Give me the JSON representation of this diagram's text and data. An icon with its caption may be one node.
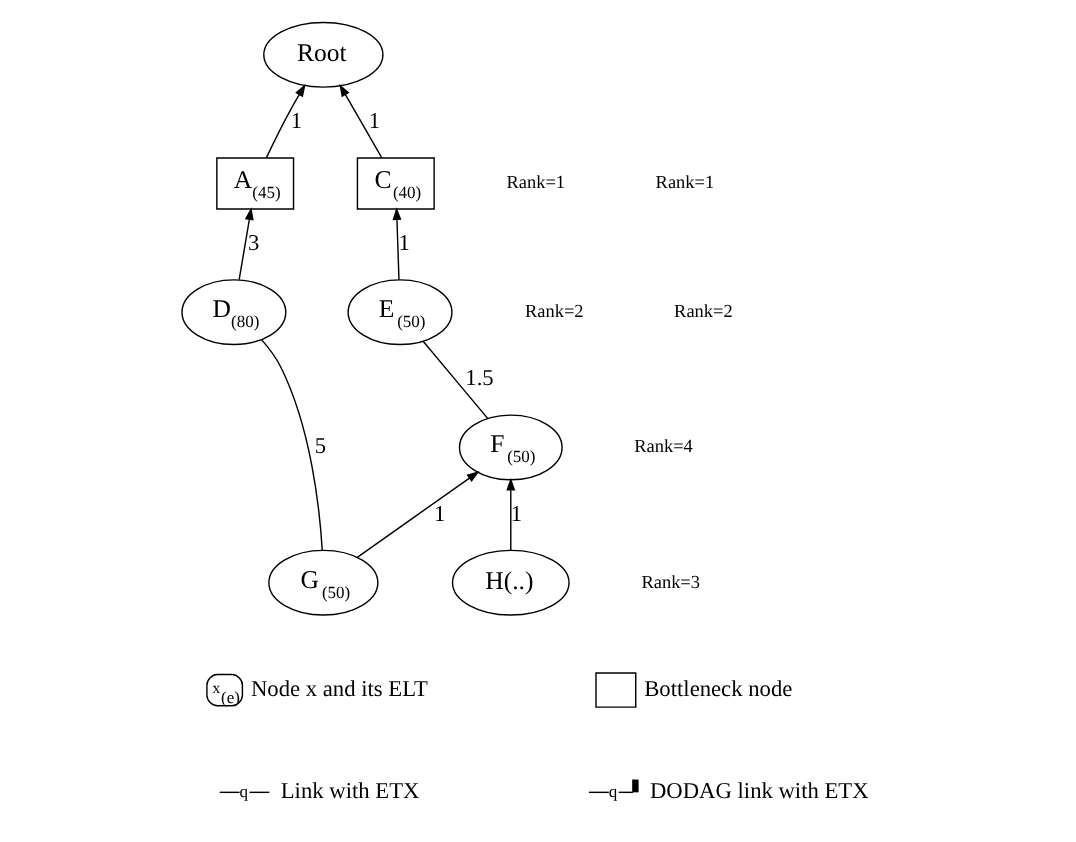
{
  "diagram": {
    "nodes": [
      {
        "text": [
          "Root"
        ]
      },
      {
        "text": [
          "A$_{(45)}$"
        ]
      },
      {
        "text": [
          "C$_{(40)}$"
        ]
      },
      {
        "text": [
          "D$_{(80)}$"
        ]
      },
      {
        "text": [
          "E$_{(50)}$"
        ]
      },
      {
        "text": [
          "F$_{(50)}$"
        ]
      },
      {
        "text": [
          "G$_{(50)}$"
        ]
      },
      {
        "text": [
          "H(..)"
        ]
      }
    ],
    "edges": [
      {
        "from": 1,
        "to": 0,
        "arrow": "to",
        "label": "1"
      },
      {
        "from": 2,
        "to": 0,
        "arrow": "to",
        "label": "1"
      },
      {
        "from": 3,
        "to": 1,
        "arrow": "to",
        "label": "3"
      },
      {
        "from": 4,
        "to": 2,
        "arrow": "to",
        "label": "1"
      },
      {
        "from": 5,
        "to": 4,
        "arrow": "none",
        "label": "1.5"
      },
      {
        "from": 3,
        "to": 6,
        "arrow": "none",
        "label": "5"
      },
      {
        "from": 6,
        "to": 5,
        "arrow": "to",
        "label": "1"
      },
      {
        "from": 7,
        "to": 5,
        "arrow": "to",
        "label": "1"
      }
    ],
    "labels": [
      "Rank=1",
      "Rank=1",
      "Rank=2",
      "Rank=2",
      "Rank=4",
      "Rank=3",
      "x$_{(e)}$",
      "q",
      "q"
    ],
    "legend": [
      {
        "text": "Node x and its ELT"
      },
      {
        "text": "Bottleneck node"
      },
      {
        "text": "Link with ETX"
      },
      {
        "text": "DODAG link with ETX"
      }
    ]
  }
}
